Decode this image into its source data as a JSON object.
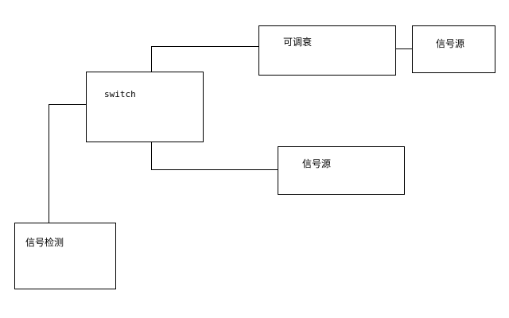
{
  "diagram": {
    "nodes": {
      "attenuator": {
        "label": "可调衰"
      },
      "source_top": {
        "label": "信号源"
      },
      "switch": {
        "label": "switch"
      },
      "source_mid": {
        "label": "信号源"
      },
      "detector": {
        "label": "信号检测"
      }
    },
    "line_color": "#000000",
    "background_color": "#ffffff"
  }
}
